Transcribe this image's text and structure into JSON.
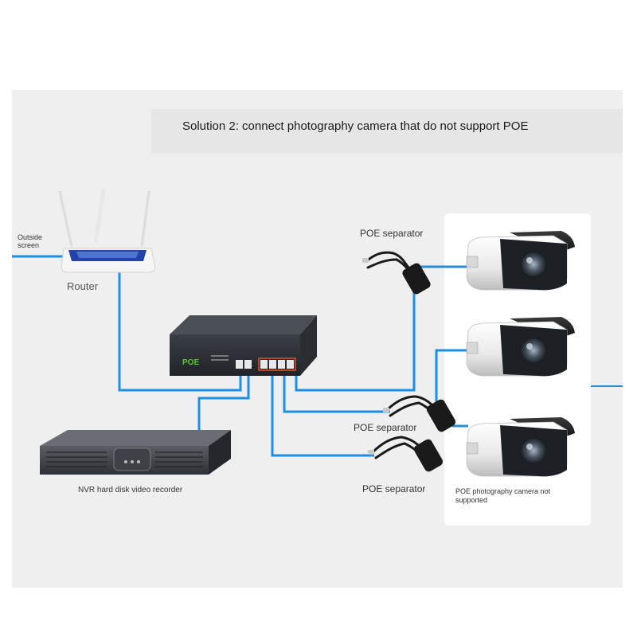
{
  "title": "Solution 2: connect photography camera that do not support POE",
  "labels": {
    "outside": "Outside screen",
    "router": "Router",
    "sep1": "POE separator",
    "sep2": "POE separator",
    "sep3": "POE separator",
    "nvr": "NVR hard disk video recorder",
    "camera_note": "POE photography camera not supported",
    "switch_brand": "POE"
  },
  "colors": {
    "cable": "#1e8fe0",
    "panel": "#efefef",
    "title_box": "#e6e6e6"
  }
}
